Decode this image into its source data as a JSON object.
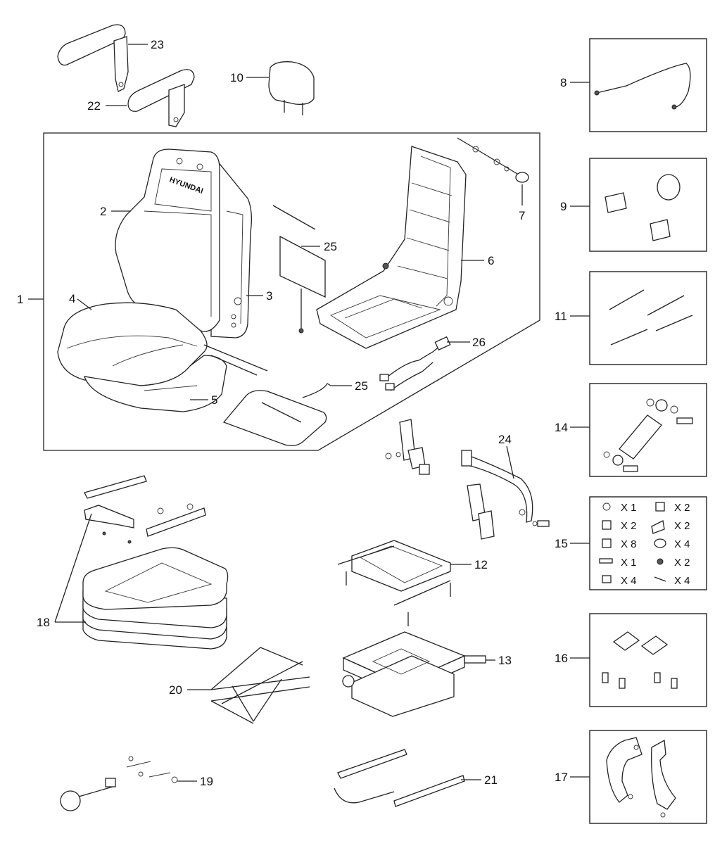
{
  "diagram": {
    "callouts": [
      "1",
      "2",
      "3",
      "4",
      "5",
      "6",
      "7",
      "8",
      "9",
      "10",
      "11",
      "12",
      "13",
      "14",
      "15",
      "16",
      "17",
      "18",
      "19",
      "20",
      "21",
      "22",
      "23",
      "24",
      "25",
      "25",
      "26"
    ],
    "brand_text": "HYUNDAI",
    "kit_15": [
      {
        "qty": "X 1"
      },
      {
        "qty": "X 2"
      },
      {
        "qty": "X 2"
      },
      {
        "qty": "X 2"
      },
      {
        "qty": "X 8"
      },
      {
        "qty": "X 4"
      },
      {
        "qty": "X 1"
      },
      {
        "qty": "X 2"
      },
      {
        "qty": "X 4"
      },
      {
        "qty": "X 4"
      }
    ]
  }
}
